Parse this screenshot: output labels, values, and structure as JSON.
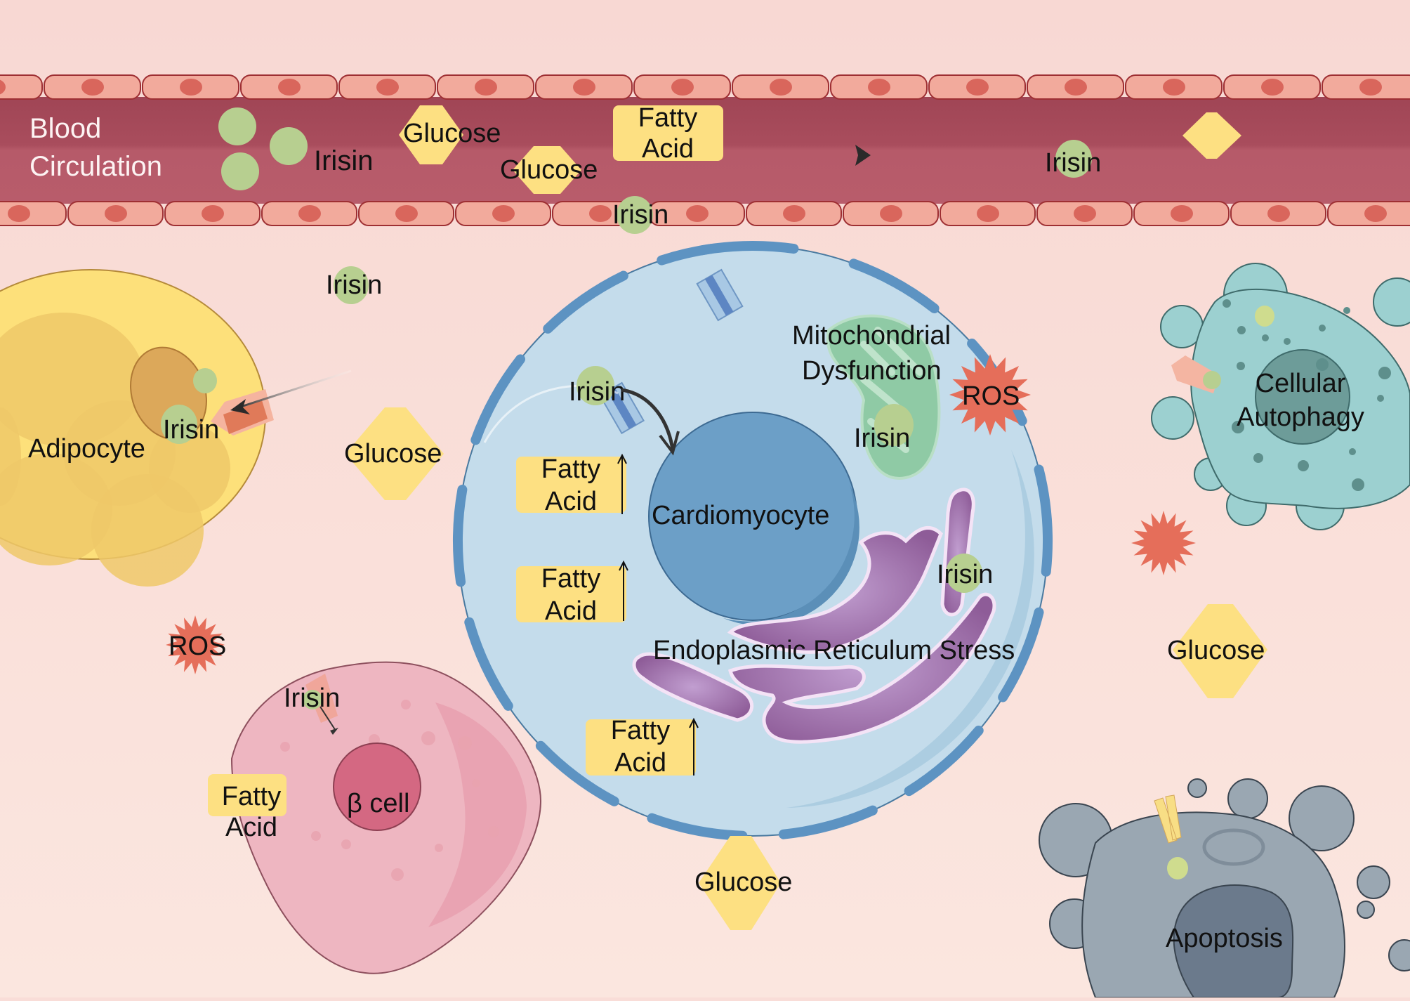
{
  "title": "Irisin effects on cardiomyocyte and metabolic cells",
  "colors": {
    "background": "#f9ddd8",
    "vessel_lumen": "#b0505f",
    "endothelial_cell": "#f2aa9c",
    "endothelial_nucleus": "#d9665c",
    "irisin": "#b7cf90",
    "glucose": "#fde082",
    "fatty_acid": "#fde082",
    "ros": "#e56e5a",
    "adipocyte": "#fde07a",
    "cardiomyocyte": "#c4dceb",
    "cardiomyocyte_nucleus": "#6c9fc7",
    "mitochondria": "#8fcaa5",
    "er": "#a777b0",
    "autophagy_cell": "#9cd0d0",
    "apoptosis_cell": "#9aa7b2",
    "beta_cell": "#eeb6c1"
  },
  "vessel": {
    "label_line1": "Blood",
    "label_line2": "Circulation",
    "irisin_cluster_label": "Irisin",
    "glucose_1": "Glucose",
    "glucose_2": "Glucose",
    "fatty_acid_line1": "Fatty",
    "fatty_acid_line2": "Acid",
    "irisin_right": "Irisin",
    "irisin_bottom": "Irisin"
  },
  "free": {
    "irisin_top": "Irisin",
    "glucose_mid_left": "Glucose",
    "glucose_right": "Glucose",
    "glucose_bottom": "Glucose",
    "ros_left": "ROS"
  },
  "adipocyte": {
    "label": "Adipocyte",
    "irisin": "Irisin"
  },
  "cardiomyocyte": {
    "label": "Cardiomyocyte",
    "irisin_entry": "Irisin",
    "mito_line1": "Mitochondrial",
    "mito_line2": "Dysfunction",
    "ros": "ROS",
    "irisin_mito": "Irisin",
    "irisin_er": "Irisin",
    "er_label": "Endoplasmic Reticulum Stress",
    "fatty_acids": [
      {
        "line1": "Fatty",
        "line2": "Acid",
        "arrow": "↑"
      },
      {
        "line1": "Fatty",
        "line2": "Acid",
        "arrow": "↑"
      },
      {
        "line1": "Fatty",
        "line2": "Acid",
        "arrow": "↑"
      }
    ]
  },
  "beta_cell": {
    "label": "β cell",
    "irisin": "Irisin",
    "fatty_line1": "Fatty",
    "fatty_line2": "Acid"
  },
  "autophagy": {
    "line1": "Cellular",
    "line2": "Autophagy"
  },
  "apoptosis": {
    "label": "Apoptosis"
  }
}
